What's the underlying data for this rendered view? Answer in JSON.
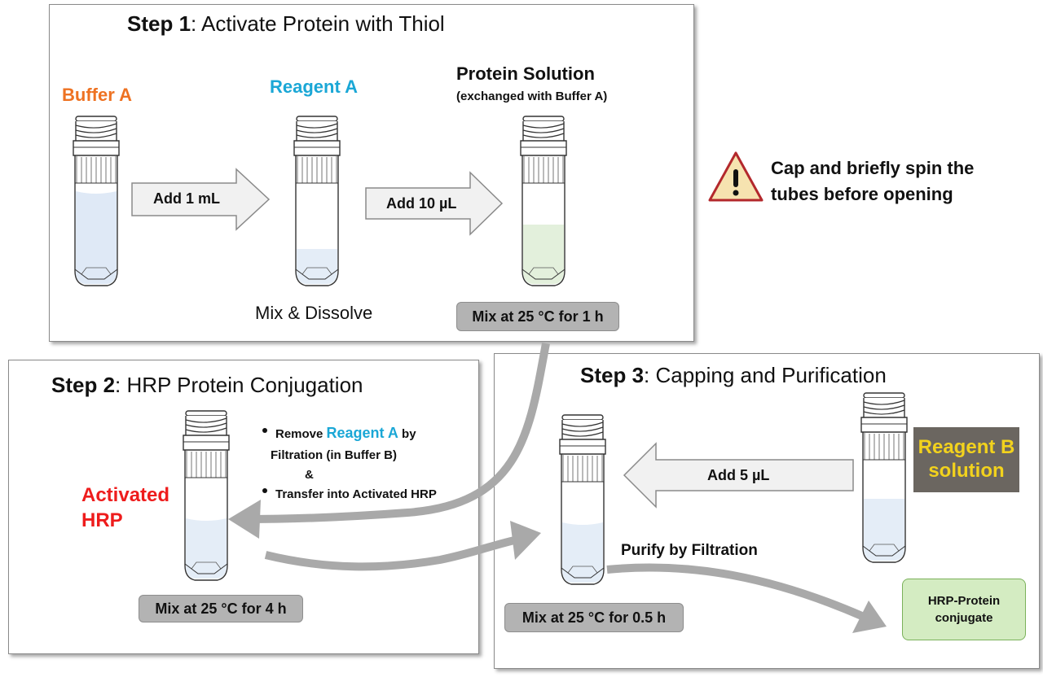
{
  "step1": {
    "title_bold": "Step 1",
    "title_rest": ": Activate Protein with Thiol",
    "buffer_a": "Buffer A",
    "reagent_a": "Reagent A",
    "protein_solution": "Protein Solution",
    "protein_note": "(exchanged with Buffer A)",
    "arrow1": "Add 1 mL",
    "arrow2": "Add 10 µL",
    "mix_dissolve": "Mix & Dissolve",
    "mix_time": "Mix at 25 °C for 1 h"
  },
  "warning": {
    "line1": "Cap and briefly spin the",
    "line2": "tubes before opening",
    "icon": "warning-triangle-icon"
  },
  "step2": {
    "title_bold": "Step 2",
    "title_rest": ": HRP Protein Conjugation",
    "activated_line1": "Activated",
    "activated_line2": "HRP",
    "bullet1_prefix": "Remove ",
    "bullet1_reagent": "Reagent A",
    "bullet1_suffix": " by",
    "bullet1_line2": "Filtration (in Buffer B)",
    "amp": "&",
    "bullet2": "Transfer into Activated HRP",
    "mix_time": "Mix at 25 °C for 4 h"
  },
  "step3": {
    "title_bold": "Step 3",
    "title_rest": ": Capping and Purification",
    "arrow": "Add 5 µL",
    "reagent_b_line1": "Reagent B",
    "reagent_b_line2": "solution",
    "purify": "Purify by Filtration",
    "conjugate_line1": "HRP-Protein",
    "conjugate_line2": "conjugate",
    "mix_time": "Mix at 25 °C for 0.5 h"
  },
  "colors": {
    "buffer_a": "#ee7222",
    "reagent_a": "#1aa7d6",
    "activated_hrp": "#ee1c1c",
    "reagent_b": "#f2d21d",
    "warning_fill": "#f6e3b0",
    "warning_border": "#b3282c"
  }
}
